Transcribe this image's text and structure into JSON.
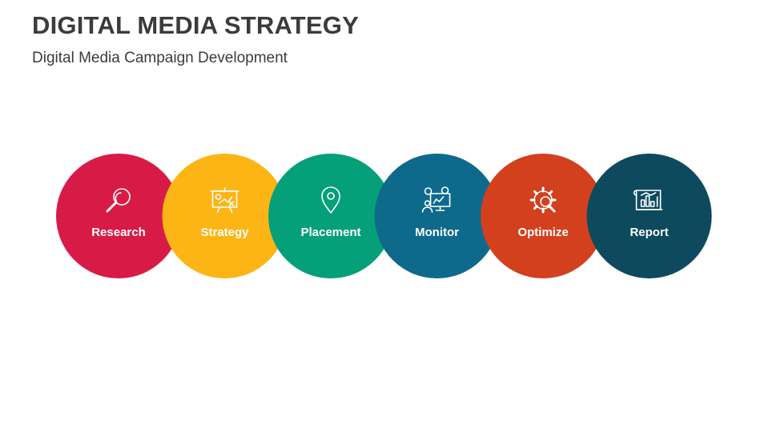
{
  "title": "DIGITAL MEDIA STRATEGY",
  "subtitle": "Digital Media Campaign Development",
  "steps": [
    {
      "label": "Research",
      "color": "#d81b46",
      "icon": "magnifier-icon"
    },
    {
      "label": "Strategy",
      "color": "#fdb515",
      "icon": "presentation-board-icon"
    },
    {
      "label": "Placement",
      "color": "#05a07a",
      "icon": "location-pin-icon"
    },
    {
      "label": "Monitor",
      "color": "#0e6a8a",
      "icon": "monitor-analytics-icon"
    },
    {
      "label": "Optimize",
      "color": "#d2401e",
      "icon": "gear-search-icon"
    },
    {
      "label": "Report",
      "color": "#0d4a5e",
      "icon": "report-chart-icon"
    }
  ]
}
